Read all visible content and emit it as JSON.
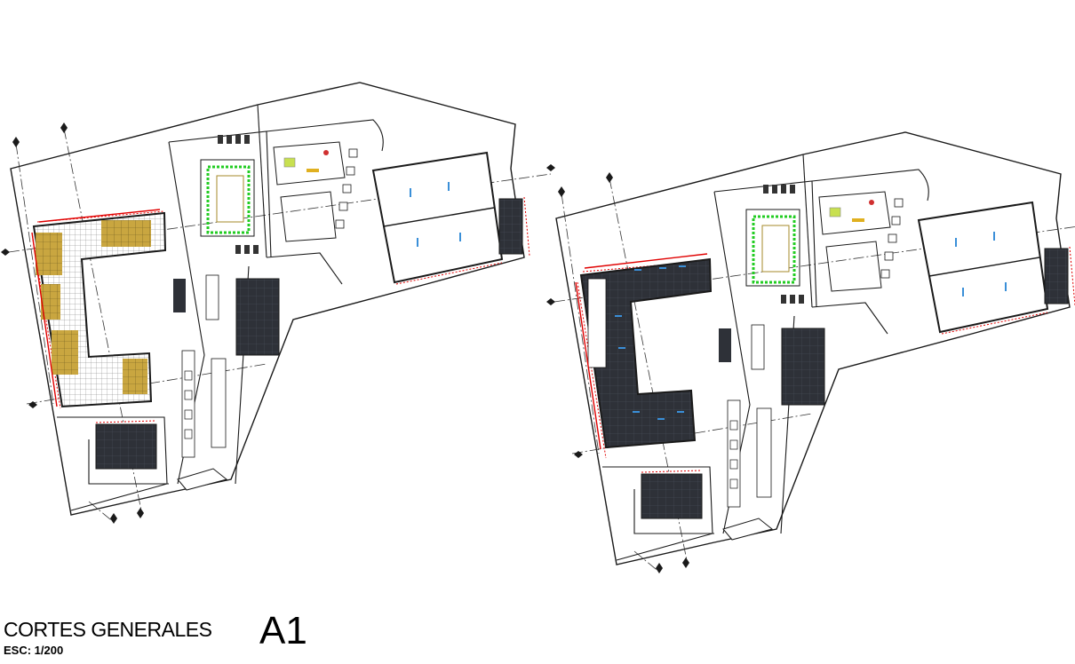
{
  "sheet": {
    "title": "CORTES GENERALES",
    "scale": "ESC: 1/200",
    "code": "A1"
  },
  "colors": {
    "line": "#1a1a1a",
    "dim": "#e00000",
    "fill_dark": "#2e3138",
    "fill_ochre": "#c9a640",
    "hedge": "#22cc22",
    "fixture": "#3a8fd8"
  },
  "plans": [
    {
      "id": "left",
      "shading": "ochre"
    },
    {
      "id": "right",
      "shading": "dark"
    }
  ]
}
